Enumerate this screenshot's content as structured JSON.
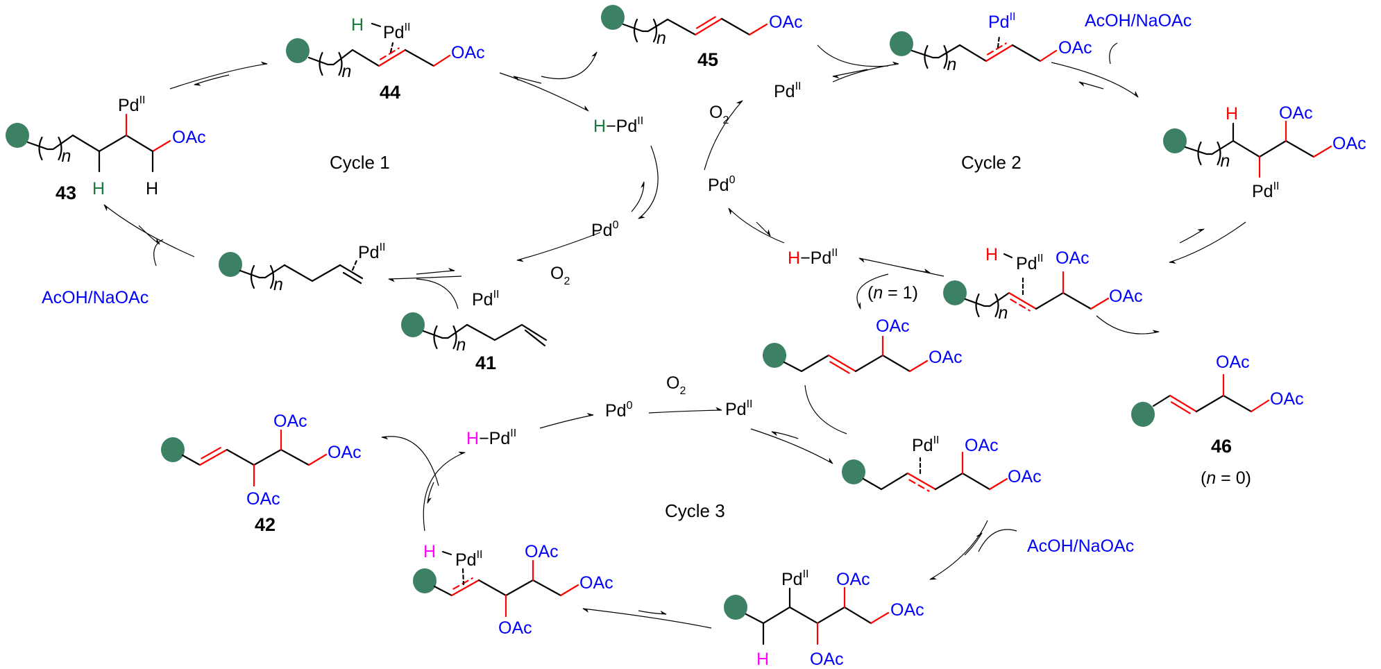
{
  "colors": {
    "bead": "#3d8165",
    "bond": "#000000",
    "new_bond": "#ff0000",
    "reagent": "#0000ff",
    "hydride_cycle1": "#1a7a3c",
    "hydride_cycle2": "#ff0000",
    "hydride_cycle3": "#ff00ff"
  },
  "cycles": [
    {
      "label": "Cycle 1"
    },
    {
      "label": "Cycle 2"
    },
    {
      "label": "Cycle 3"
    }
  ],
  "compound_labels": {
    "c41": "41",
    "c42": "42",
    "c43": "43",
    "c44": "44",
    "c45": "45",
    "c46": "46"
  },
  "reagents": {
    "acoh_naoac": "AcOH/NaOAc",
    "o2": "O",
    "o2_sub": "2"
  },
  "species": {
    "pd": "Pd",
    "pd_ii_sup": "II",
    "pd_0_sup": "0",
    "h": "H",
    "oac": "OAc",
    "n": "n"
  },
  "conditions": {
    "n1": {
      "open": "(",
      "var": "n",
      "rest": " = 1)"
    },
    "n0": {
      "open": "(",
      "var": "n",
      "rest": " = 0)"
    }
  }
}
